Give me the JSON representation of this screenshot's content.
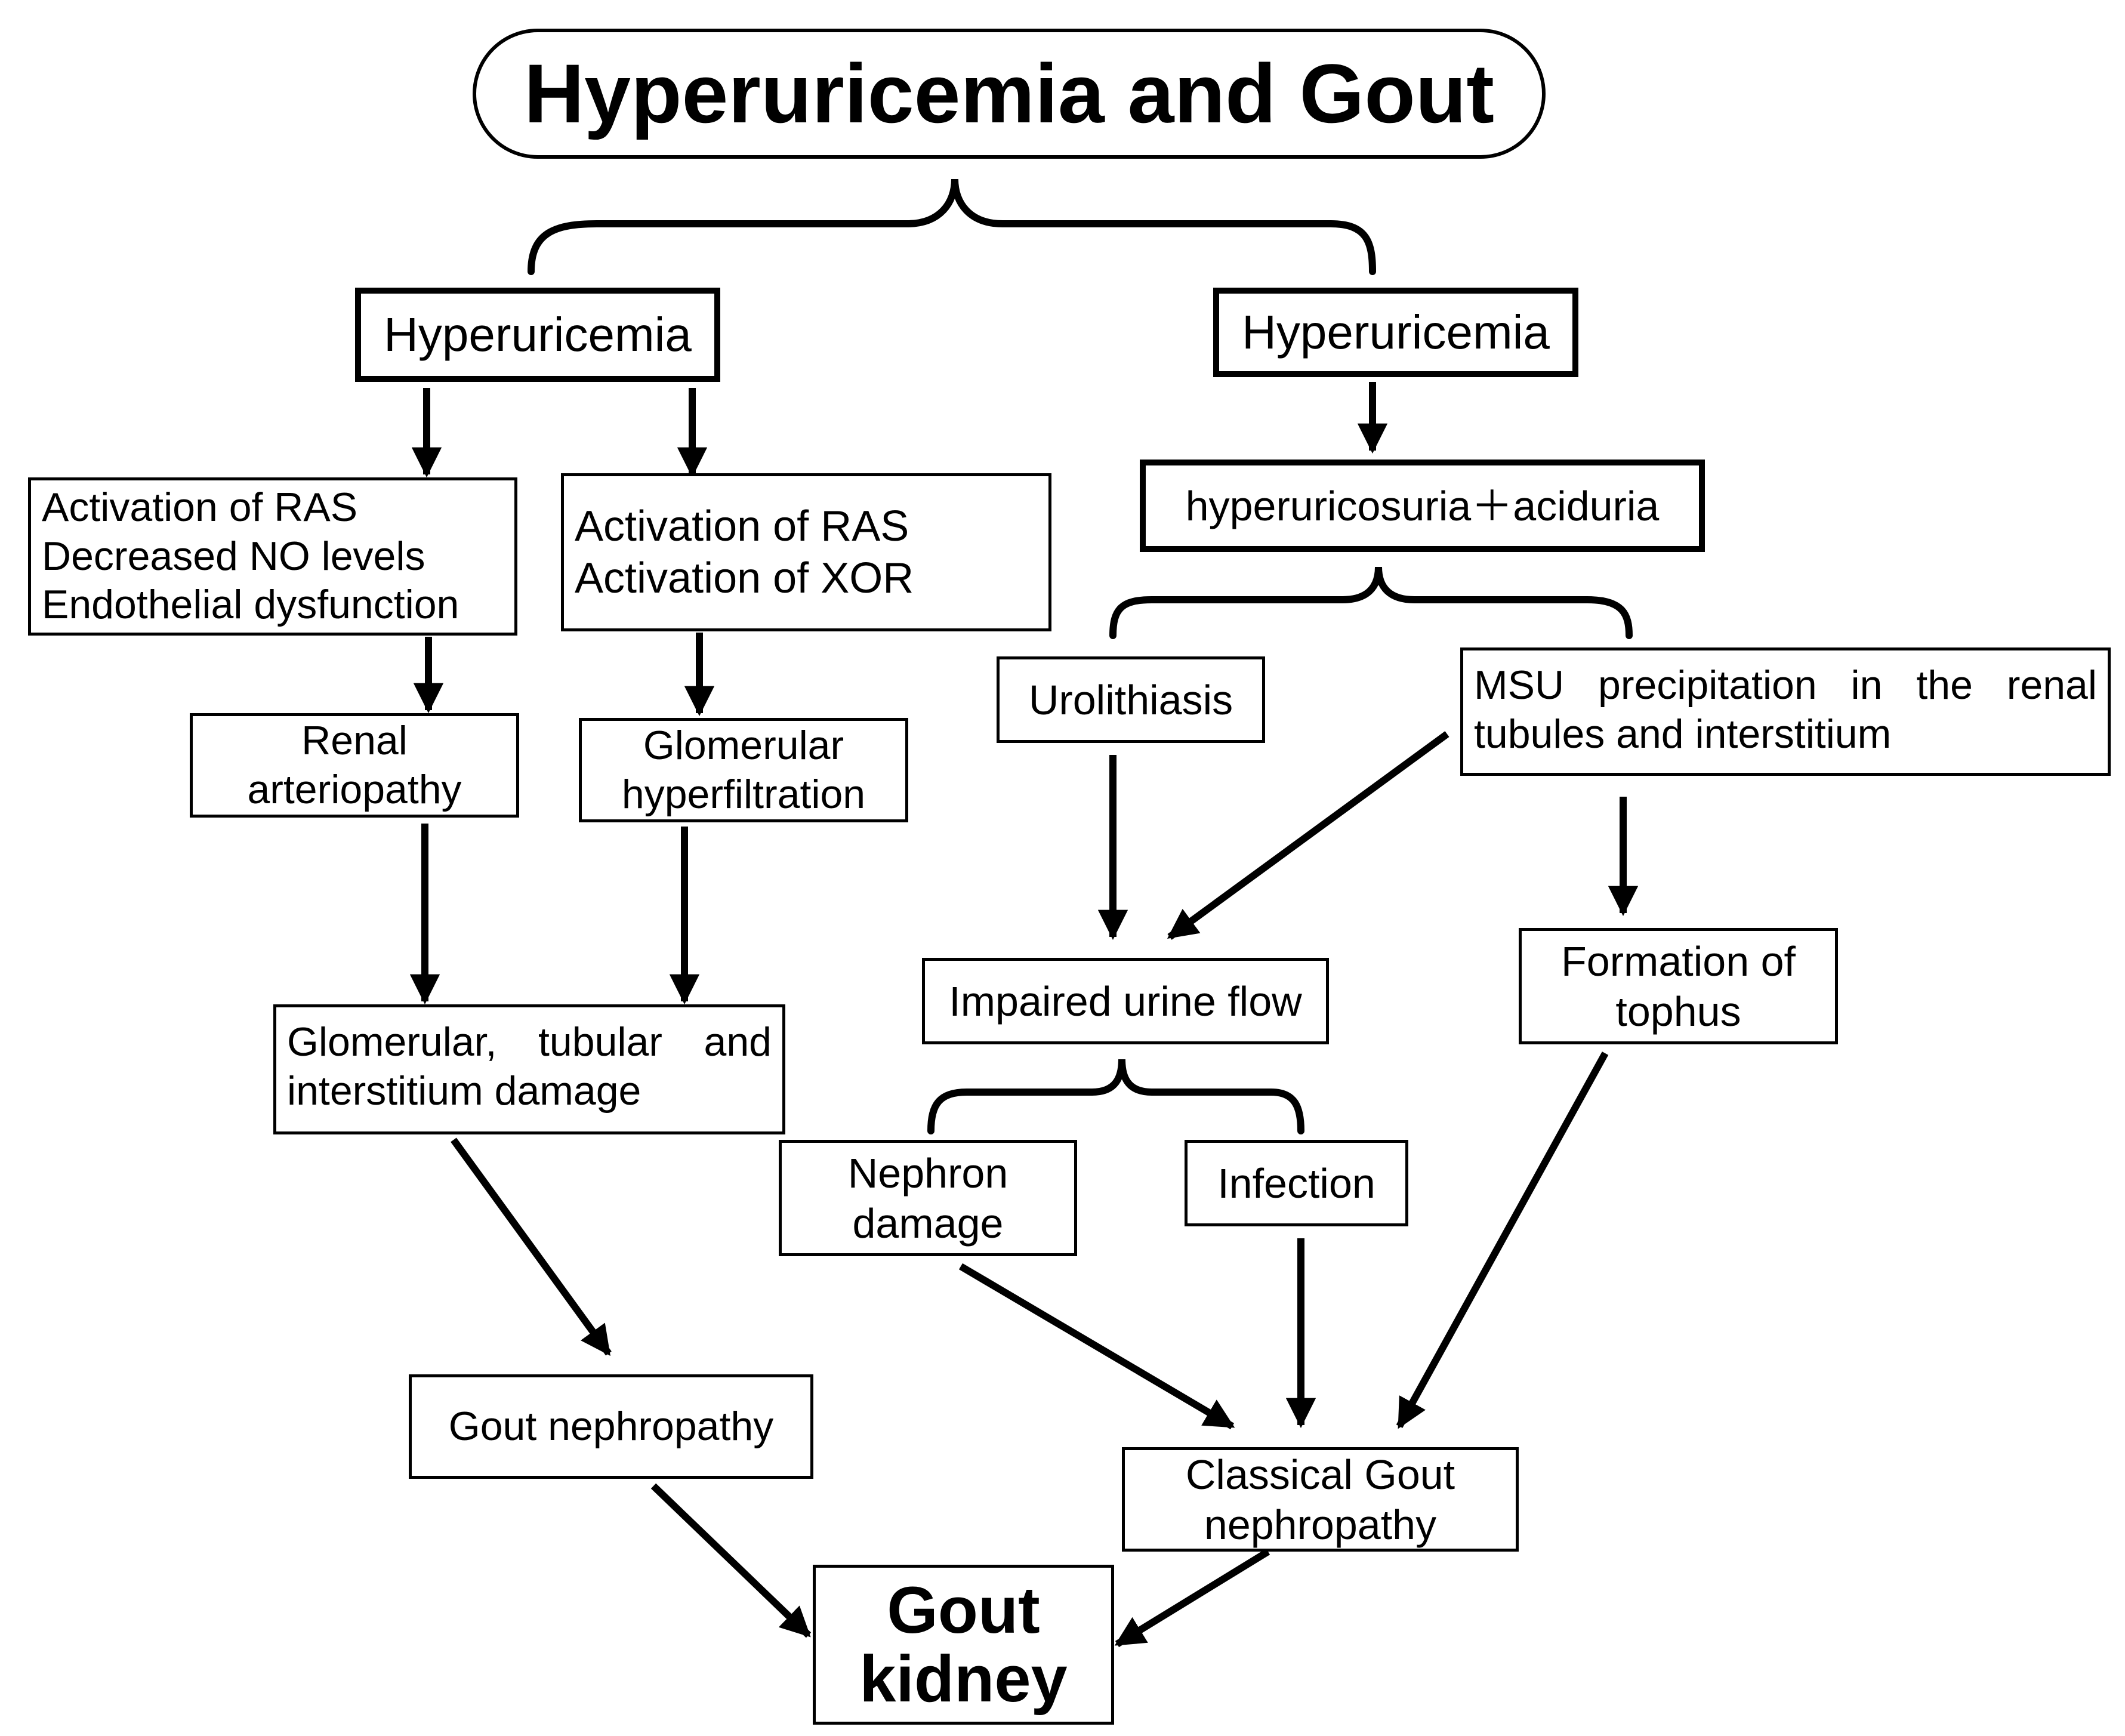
{
  "title": "Hyperuricemia and Gout",
  "nodes": {
    "hyperuricemia_left": "Hyperuricemia",
    "hyperuricemia_right": "Hyperuricemia",
    "ras_no_lines": [
      "Activation of RAS",
      "Decreased NO levels",
      "Endothelial dysfunction"
    ],
    "ras_xor_lines": [
      "Activation of RAS",
      "Activation of XOR"
    ],
    "renal_arteriopathy_lines": [
      "Renal",
      "arteriopathy"
    ],
    "glomerular_hyperfiltration_lines": [
      "Glomerular",
      "hyperfiltration"
    ],
    "damage_lines": [
      "Glomerular, tubular and",
      "interstitium damage"
    ],
    "gout_nephropathy": "Gout nephropathy",
    "gout_kidney_lines": [
      "Gout",
      "kidney"
    ],
    "hyperuricosuria": "hyperuricosuria＋aciduria",
    "urolithiasis": "Urolithiasis",
    "msu_lines": [
      "MSU precipitation in the renal",
      "tubules and interstitium"
    ],
    "impaired_urine_flow": "Impaired urine flow",
    "formation_tophus_lines": [
      "Formation of",
      "tophus"
    ],
    "nephron_damage_lines": [
      "Nephron",
      "damage"
    ],
    "infection": "Infection",
    "classical_gout_lines": [
      "Classical Gout",
      "nephropathy"
    ]
  }
}
